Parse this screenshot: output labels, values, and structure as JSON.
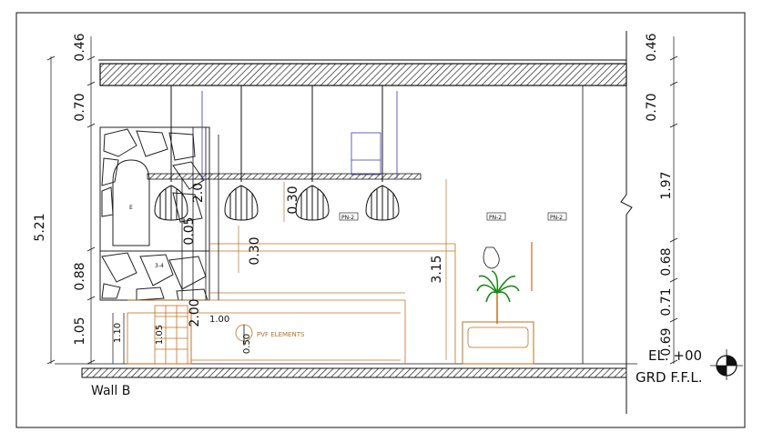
{
  "drawing": {
    "dimensions_left": {
      "overall": "5.21",
      "d1": "0.46",
      "d2": "0.70",
      "d3": "0.88",
      "d4": "1.05",
      "d5": "1.10",
      "d6": "1.05"
    },
    "dimensions_right": [
      "0.46",
      "0.70",
      "1.97",
      "0.68",
      "0.71",
      "0.69"
    ],
    "dimensions_inner": {
      "pendant_gap": "0.30",
      "shelf_gap": "0.30",
      "ceiling_height": "3.15",
      "small_a": "0.05",
      "small_b": "2.0",
      "small_c": "2.00",
      "counter_w": "1.00",
      "counter_h": "0.50"
    },
    "tags": [
      "PN-2",
      "PN-2",
      "PN-2"
    ],
    "labels": {
      "wall": "Wall B",
      "elevation": "EL. +00",
      "floor": "GRD F.F.L.",
      "counter_note": "PVF ELEMENTS",
      "stone_tag": "3-4",
      "arch_tag": "E"
    },
    "colors": {
      "line": "#111111",
      "orange": "#c07020",
      "blue": "#3a3ab0",
      "hatch": "#222222"
    }
  }
}
